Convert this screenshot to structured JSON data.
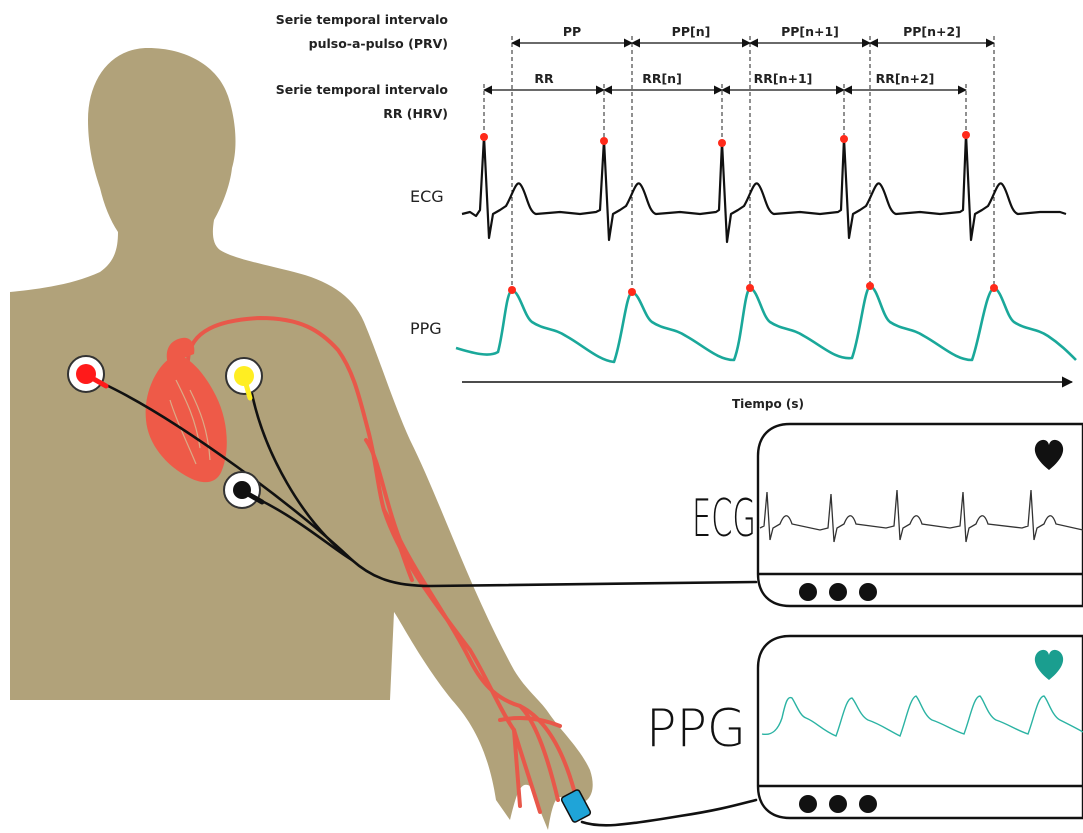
{
  "figure": {
    "labels": {
      "prv_line1": "Serie temporal intervalo",
      "prv_line2": "pulso-a-pulso (PRV)",
      "hrv_line1": "Serie temporal intervalo",
      "hrv_line2": "RR (HRV)",
      "ecg_trace": "ECG",
      "ppg_trace": "PPG",
      "time_axis": "Tiempo (s)"
    },
    "pp_intervals": [
      "PP",
      "PP[n]",
      "PP[n+1]",
      "PP[n+2]"
    ],
    "rr_intervals": [
      "RR",
      "RR[n]",
      "RR[n+1]",
      "RR[n+2]"
    ],
    "monitors": [
      {
        "label": "ECG",
        "heart_color": "#111111",
        "trace_color": "#333333"
      },
      {
        "label": "PPG",
        "heart_color": "#1a9e8f",
        "trace_color": "#2bb3a3"
      }
    ],
    "colors": {
      "body": "#b1a27a",
      "artery": "#e8584a",
      "peak_marker": "#ff2a1a",
      "ecg": "#111111",
      "ppg": "#1aa89a",
      "electrode_red": "#ff1a1a",
      "electrode_yellow": "#ffee22",
      "electrode_black": "#111111",
      "sensor": "#1fa4d8"
    }
  }
}
